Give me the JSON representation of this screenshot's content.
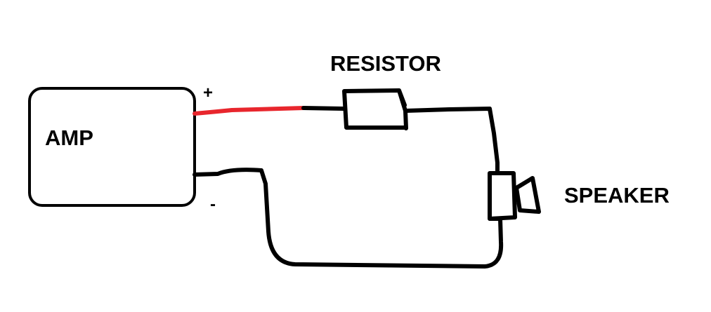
{
  "labels": {
    "amp": "AMP",
    "resistor": "RESISTOR",
    "speaker": "SPEAKER",
    "plus": "+",
    "minus": "-"
  },
  "colors": {
    "positive_wire": "#e8262d",
    "wire": "#000000",
    "background": "#ffffff"
  }
}
